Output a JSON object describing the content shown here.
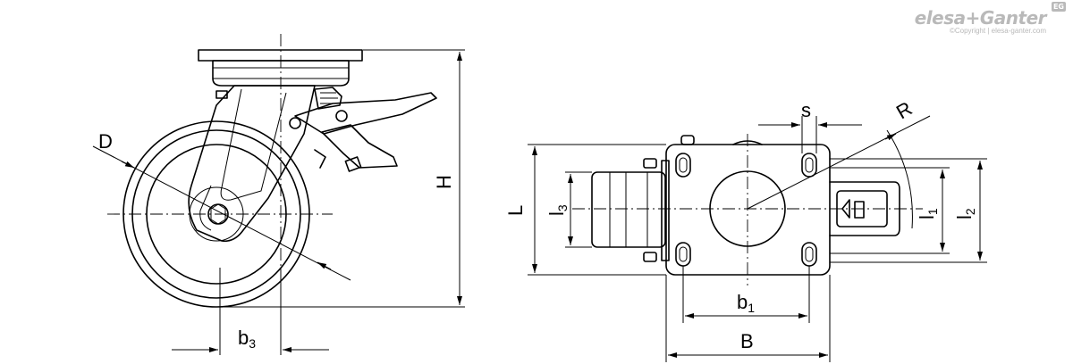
{
  "brand": {
    "name": "elesa+Ganter",
    "copyright": "©Copyright | elesa-ganter.com",
    "badge": "EG"
  },
  "labels": {
    "D": "D",
    "H": "H",
    "b3": "b",
    "b3_sub": "3",
    "L": "L",
    "l3": "l",
    "l3_sub": "3",
    "s": "s",
    "R": "R",
    "l1": "l",
    "l1_sub": "1",
    "l2": "l",
    "l2_sub": "2",
    "b1": "b",
    "b1_sub": "1",
    "B": "B"
  }
}
